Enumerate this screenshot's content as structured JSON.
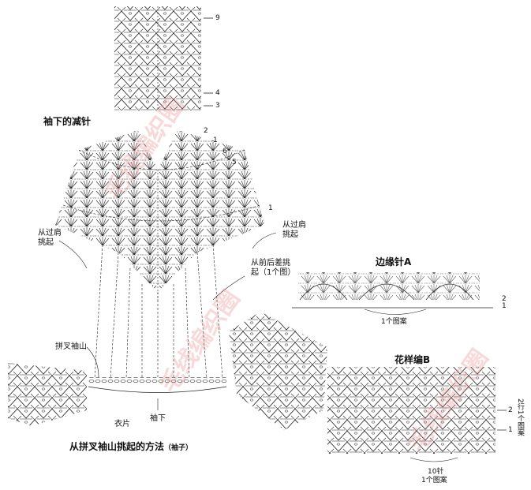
{
  "labels": {
    "sleeve_decrease": "袖下的减针",
    "from_shoulder_left": "从过肩\n挑起",
    "from_shoulder_right": "从过肩\n挑起",
    "from_back_front": "从前后差挑\n起（1个图）",
    "raglan_sleeve_cap": "拼叉袖山",
    "body_piece": "衣片",
    "underarm": "袖下",
    "method_title": "从拼叉袖山挑起的方法",
    "method_note": "（袖子）",
    "edging_a_title": "边缘针A",
    "one_pattern_a": "1个图案",
    "pattern_b_title": "花样编B",
    "ten_stitches": "10针",
    "one_pattern_b": "1个图案",
    "two_rows_one_pattern": "2行1个图案"
  },
  "row_numbers": {
    "top_9": "9",
    "top_4": "4",
    "top_3": "3",
    "mid_2": "2",
    "mid_1": "1",
    "mid_6": "6",
    "mid_5": "5",
    "right_1": "1",
    "edge_2": "2",
    "edge_1": "1",
    "b_2": "2",
    "b_1": "1"
  },
  "watermark": "毛线编织圈",
  "colors": {
    "ink": "#222222",
    "watermark": "#e07878"
  }
}
